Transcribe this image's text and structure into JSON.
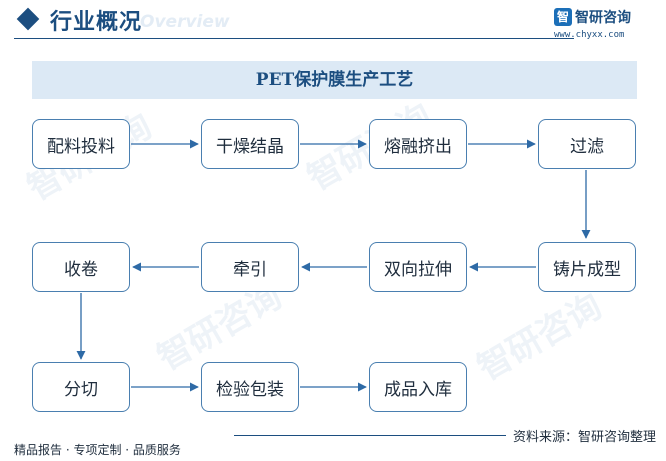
{
  "header": {
    "title": "行业概况",
    "watermark": "Overview"
  },
  "logo": {
    "name": "智研咨询",
    "url": "www.chyxx.com"
  },
  "diagram": {
    "title": "PET保护膜生产工艺",
    "steps": [
      "配料投料",
      "干燥结晶",
      "熔融挤出",
      "过滤",
      "铸片成型",
      "双向拉伸",
      "牵引",
      "收卷",
      "分切",
      "检验包装",
      "成品入库"
    ]
  },
  "footer": {
    "left_text": "精品报告 · 专项定制 · 品质服务",
    "source": "资料来源：智研咨询整理"
  },
  "watermark_text": "智研咨询",
  "colors": {
    "primary": "#1c4e80",
    "box_border": "#4a7fb0",
    "band": "#dce9f5",
    "arrow": "#2e6aa6"
  }
}
